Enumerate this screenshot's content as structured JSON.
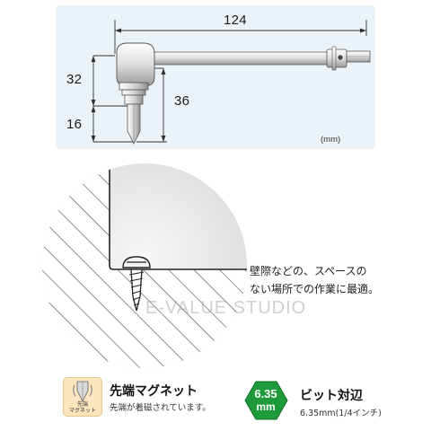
{
  "diagram": {
    "dim_length": "124",
    "dim_height": "32",
    "dim_bit": "16",
    "dim_total": "36",
    "unit": "(mm)"
  },
  "usage": {
    "line1": "壁際などの、スペースの",
    "line2": "ない場所での作業に最適。"
  },
  "watermark": "E-VALUE STUDIO",
  "features": {
    "magnet": {
      "icon_label_line1": "先端",
      "icon_label_line2": "マグネット",
      "title": "先端マグネット",
      "subtitle": "先端が着磁されています。"
    },
    "bit": {
      "badge_value": "6.35",
      "badge_unit": "mm",
      "title": "ビット対辺",
      "subtitle": "6.35mm(1/4インチ)"
    }
  },
  "colors": {
    "panel_bg": "#ecf3f8",
    "badge_green": "#1f9a3a",
    "icon_bg": "#fbe6bf"
  }
}
